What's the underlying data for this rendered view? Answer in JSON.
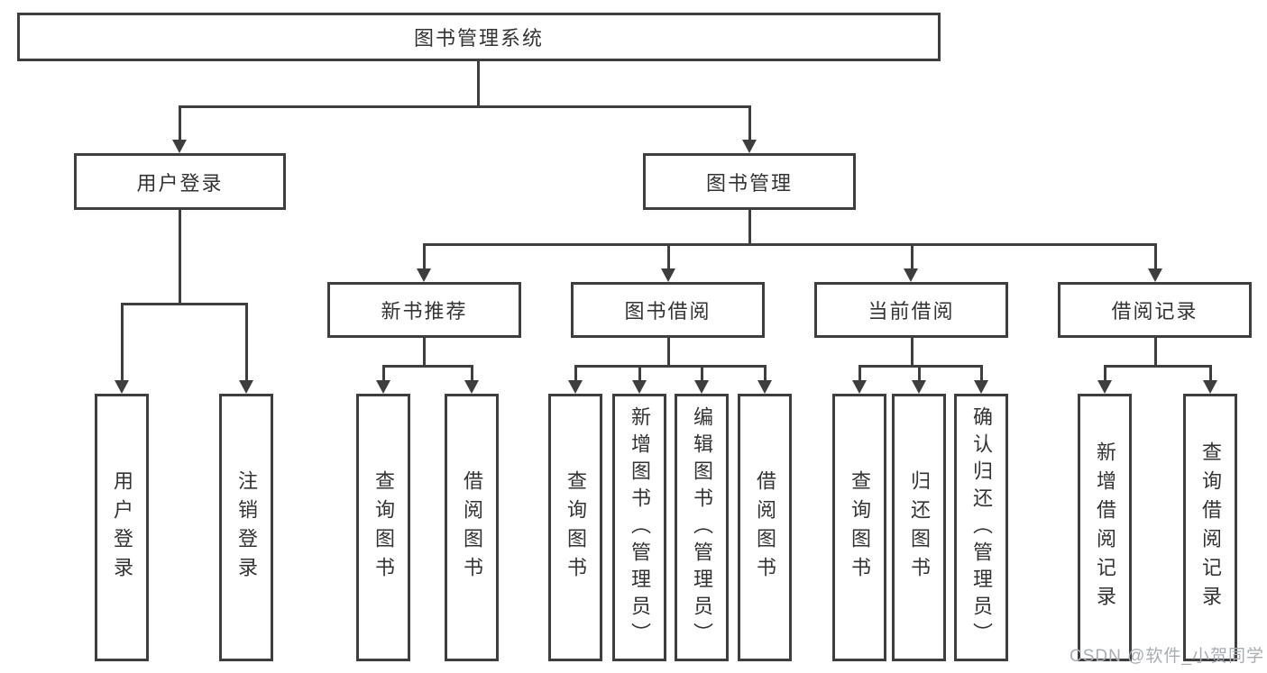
{
  "colors": {
    "line": "#3e3e3e",
    "text": "#333333",
    "background": "#ffffff",
    "watermark": "#a9adb3"
  },
  "diagram": {
    "type": "hierarchy-tree",
    "title": "图书管理系统"
  },
  "nodes": {
    "root": {
      "id": "library-management-system",
      "label": "图书管理系统"
    },
    "level2": [
      {
        "id": "user-login",
        "label": "用户登录"
      },
      {
        "id": "book-management",
        "label": "图书管理"
      }
    ],
    "level3": [
      {
        "id": "new-book-recommend",
        "parent": "book-management",
        "label": "新书推荐"
      },
      {
        "id": "book-borrow",
        "parent": "book-management",
        "label": "图书借阅"
      },
      {
        "id": "current-borrow",
        "parent": "book-management",
        "label": "当前借阅"
      },
      {
        "id": "borrow-records",
        "parent": "book-management",
        "label": "借阅记录"
      }
    ],
    "leaves": [
      {
        "id": "leaf-user-login",
        "parent": "user-login",
        "label": "用户登录"
      },
      {
        "id": "leaf-logout",
        "parent": "user-login",
        "label": "注销登录"
      },
      {
        "id": "leaf-query-books-recommend",
        "parent": "new-book-recommend",
        "label": "查询图书"
      },
      {
        "id": "leaf-borrow-books-recommend",
        "parent": "new-book-recommend",
        "label": "借阅图书"
      },
      {
        "id": "leaf-query-books-borrow",
        "parent": "book-borrow",
        "label": "查询图书"
      },
      {
        "id": "leaf-add-book-admin",
        "parent": "book-borrow",
        "label": "新增图书（管理员）"
      },
      {
        "id": "leaf-edit-book-admin",
        "parent": "book-borrow",
        "label": "编辑图书（管理员）"
      },
      {
        "id": "leaf-borrow-books",
        "parent": "book-borrow",
        "label": "借阅图书"
      },
      {
        "id": "leaf-query-books-current",
        "parent": "current-borrow",
        "label": "查询图书"
      },
      {
        "id": "leaf-return-book",
        "parent": "current-borrow",
        "label": "归还图书"
      },
      {
        "id": "leaf-confirm-return-admin",
        "parent": "current-borrow",
        "label": "确认归还（管理员）"
      },
      {
        "id": "leaf-add-borrow-record",
        "parent": "borrow-records",
        "label": "新增借阅记录"
      },
      {
        "id": "leaf-query-borrow-record",
        "parent": "borrow-records",
        "label": "查询借阅记录"
      }
    ]
  },
  "watermark": {
    "text": "CSDN @软件_小贺同学"
  }
}
